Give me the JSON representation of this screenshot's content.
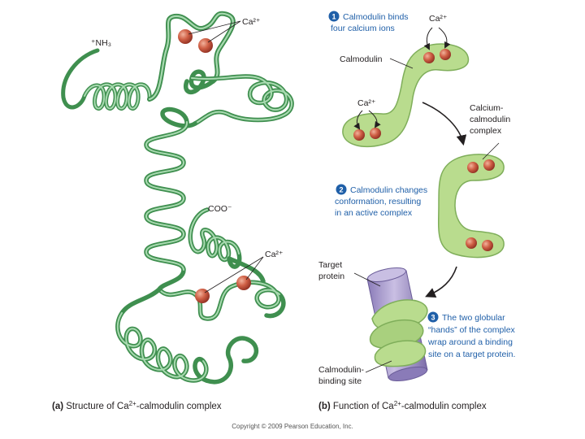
{
  "panel_a": {
    "label_ca_top": "Ca²⁺",
    "label_nh3": "⁺NH₃",
    "label_coo": "COO⁻",
    "label_ca_bottom": "Ca²⁺",
    "caption_bold": "(a)",
    "caption_text_1": "Structure of Ca",
    "caption_sup": "2+",
    "caption_text_2": "-calmodulin complex"
  },
  "panel_b": {
    "step1_num": "1",
    "step1_line1": "Calmodulin binds",
    "step1_line2": "four calcium ions",
    "label_ca_right": "Ca²⁺",
    "label_calmodulin": "Calmodulin",
    "label_ca_left": "Ca²⁺",
    "complex_line1": "Calcium-",
    "complex_line2": "calmodulin",
    "complex_line3": "complex",
    "step2_num": "2",
    "step2_line1": "Calmodulin changes",
    "step2_line2": "conformation, resulting",
    "step2_line3": "in an active complex",
    "target_line1": "Target",
    "target_line2": "protein",
    "step3_num": "3",
    "step3_line1": "The two globular",
    "step3_line2": "“hands” of the complex",
    "step3_line3": "wrap around a binding",
    "step3_line4": "site on a target protein.",
    "binding_line1": "Calmodulin-",
    "binding_line2": "binding site",
    "caption_bold": "(b)",
    "caption_text_1": "Function of Ca",
    "caption_sup": "2+",
    "caption_text_2": "-calmodulin complex"
  },
  "copyright": "Copyright © 2009 Pearson Education, Inc.",
  "colors": {
    "ribbon": "#3f8f4f",
    "ribbon_light": "#9fd3a7",
    "blob": "#b9dc8e",
    "blob_edge": "#7fae5a",
    "ion": "#c8553f",
    "target": "#a99ccc",
    "accent": "#1f5fa8"
  }
}
